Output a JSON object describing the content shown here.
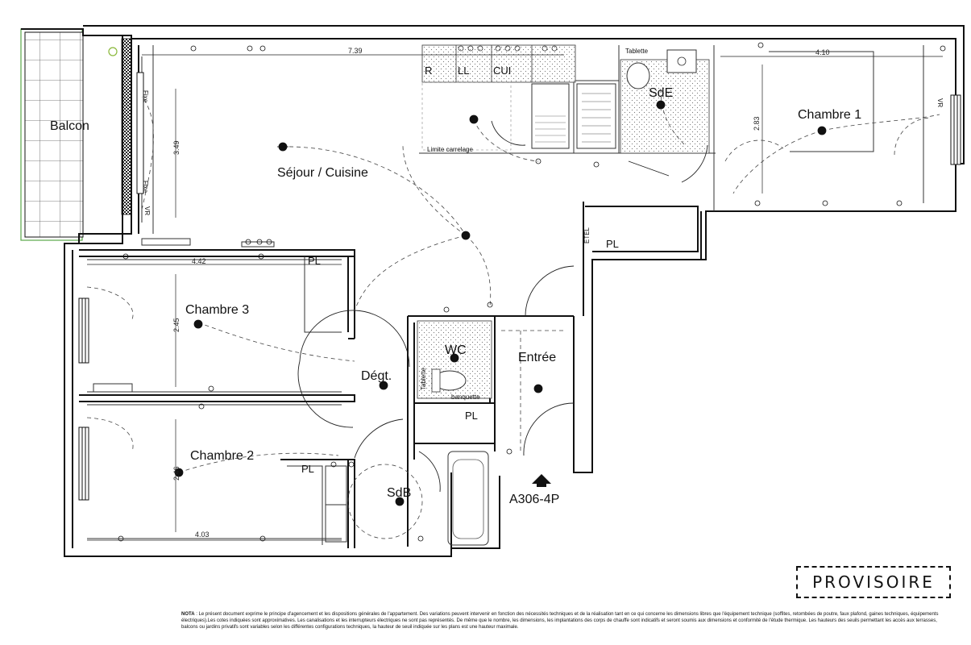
{
  "rooms": {
    "balcon": "Balcon",
    "sejour": "Séjour / Cuisine",
    "sde": "SdE",
    "chambre1": "Chambre 1",
    "chambre2": "Chambre 2",
    "chambre3": "Chambre 3",
    "wc": "WC",
    "degt": "Dégt.",
    "entree": "Entrée",
    "sdb": "SdB"
  },
  "labels": {
    "pl": "PL",
    "tablette": "Tablette",
    "banquette": "banquette",
    "etel": "ETEL",
    "fixe": "Fixe",
    "vr": "VR",
    "r": "R",
    "ll": "LL",
    "cui": "CUI",
    "limite_carrelage": "Limite carrelage"
  },
  "dimensions": {
    "sejour_width": "7.39",
    "sejour_depth": "3.49",
    "chambre1_width": "4.10",
    "chambre1_depth": "2.83",
    "chambre3_width": "4.42",
    "chambre3_depth": "2.45",
    "chambre2_width": "4.03",
    "chambre2_depth": "2.46"
  },
  "reference": "A306-4P",
  "stamp": "PROVISOIRE",
  "nota": {
    "title": "NOTA",
    "text": ": Le présent document exprime le principe d'agencement et les dispositions générales de l'appartement. Des variations peuvent intervenir en fonction des nécessités techniques et de la réalisation tant en ce qui concerne les dimensions libres que l'équipement technique (soffites, retombées de poutre, faux plafond, gaines techniques, équipements électriques).Les cotes indiquées sont approximatives. Les canalisations et les interrupteurs électriques ne sont pas représentés. De même que le nombre, les dimensions, les implantations des corps de chauffe sont indicatifs et seront soumis aux dimensions et conformité de l'étude thermique. Les hauteurs des seuils permettant les accès aux terrasses, balcons ou jardins privatifs sont variables selon les différentes configurations techniques, la hauteur de seuil indiquée sur les plans est une hauteur maximale."
  },
  "colors": {
    "wall": "#111111",
    "balcony_edge": "#5aa84a",
    "tile_fill": "#f4f4f4"
  }
}
